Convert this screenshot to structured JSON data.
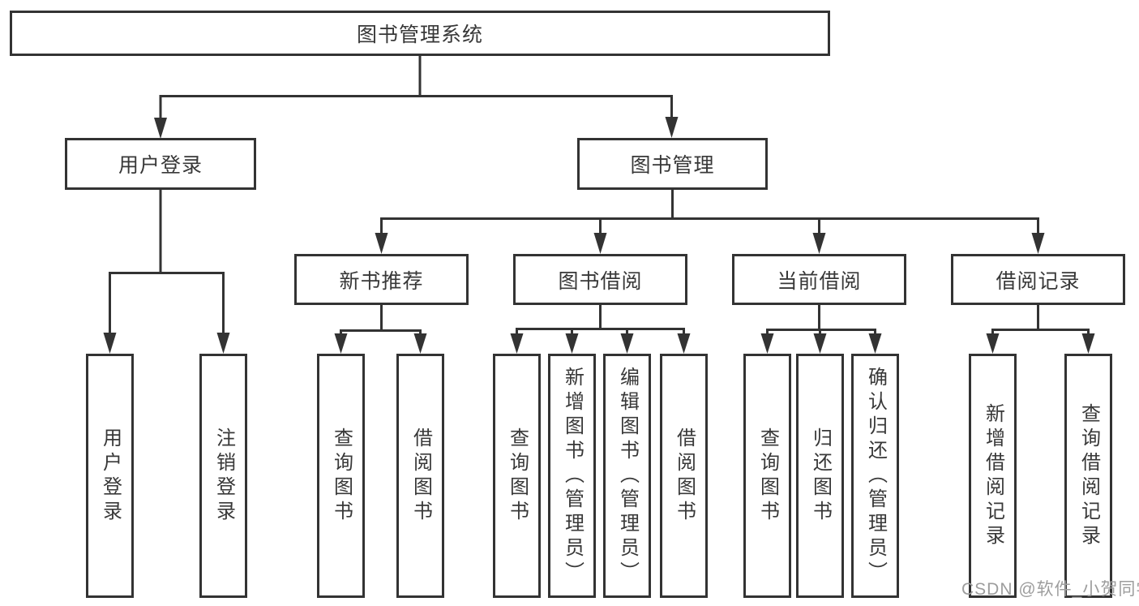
{
  "diagram": {
    "type": "tree",
    "background": "#ffffff",
    "line_color": "#333333",
    "box_border_color": "#333333",
    "text_color": "#383838",
    "watermark": {
      "text": "CSDN @软件_小贺同学",
      "color": "#9d9d9d"
    },
    "nodes": {
      "root": "图书管理系统",
      "user_login": "用户登录",
      "book_mgmt": "图书管理",
      "new_books": "新书推荐",
      "book_borrow": "图书借阅",
      "current_borrow": "当前借阅",
      "borrow_records": "借阅记录",
      "leaf_user_login": "用户登录",
      "leaf_logout": "注销登录",
      "leaf_nb_query": "查询图书",
      "leaf_nb_borrow": "借阅图书",
      "leaf_bb_query": "查询图书",
      "leaf_bb_add": "新增图书（管理员）",
      "leaf_bb_edit": "编辑图书（管理员）",
      "leaf_bb_borrow": "借阅图书",
      "leaf_cb_query": "查询图书",
      "leaf_cb_return": "归还图书",
      "leaf_cb_confirm": "确认归还（管理员）",
      "leaf_br_add": "新增借阅记录",
      "leaf_br_query": "查询借阅记录"
    },
    "hierarchy": {
      "图书管理系统": {
        "用户登录": [
          "用户登录",
          "注销登录"
        ],
        "图书管理": {
          "新书推荐": [
            "查询图书",
            "借阅图书"
          ],
          "图书借阅": [
            "查询图书",
            "新增图书（管理员）",
            "编辑图书（管理员）",
            "借阅图书"
          ],
          "当前借阅": [
            "查询图书",
            "归还图书",
            "确认归还（管理员）"
          ],
          "借阅记录": [
            "新增借阅记录",
            "查询借阅记录"
          ]
        }
      }
    }
  }
}
